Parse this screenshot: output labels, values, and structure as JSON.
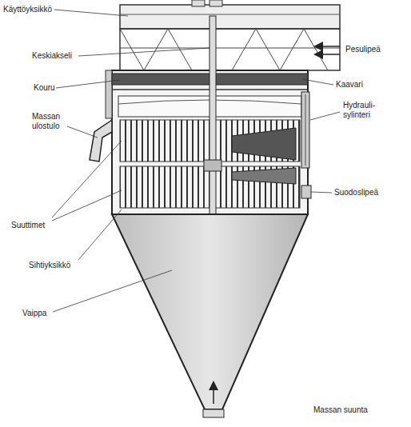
{
  "diagram": {
    "labels": [
      "Käyttöyksikkö",
      "Pesulipeä",
      "Keskiakseli",
      "Kaavari",
      "Kouru",
      "Hydrauli- sylinteri",
      "Massan ulostulo",
      "Suodoslipeä",
      "Suuttimet",
      "Sihtiyksikkö",
      "Vaippa",
      "Massan suunta"
    ]
  }
}
